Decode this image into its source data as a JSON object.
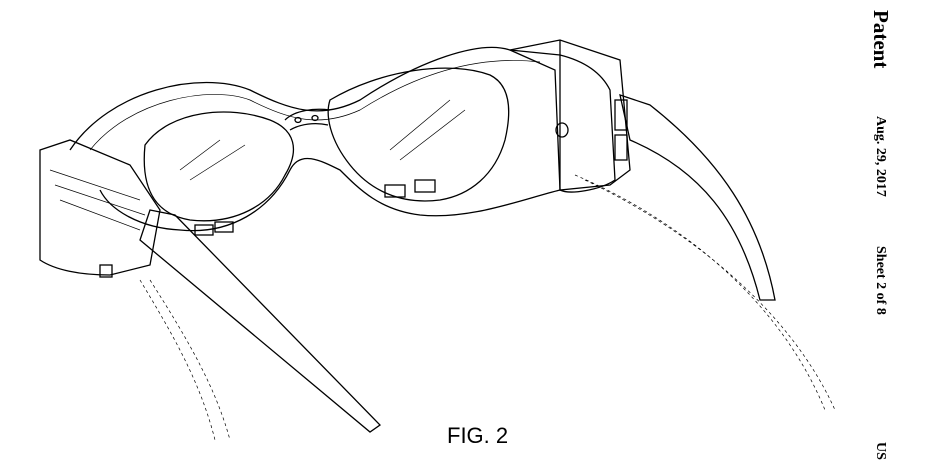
{
  "header": {
    "title": "Patent",
    "date": "Aug. 29, 2017",
    "sheet": "Sheet 2 of 8",
    "number": "US"
  },
  "figure": {
    "label": "FIG. 2"
  }
}
